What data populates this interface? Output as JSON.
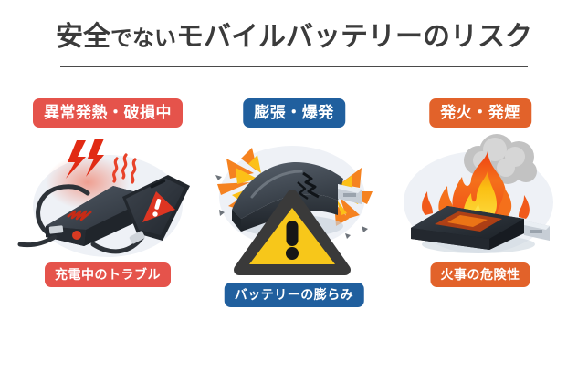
{
  "header": {
    "title_main_1": "安全",
    "title_small": "でない",
    "title_main_2": "モバイルバッテリーのリスク",
    "title_full": "安全でないモバイルバッテリーのリスク",
    "title_color": "#3b3b3b",
    "rule_color": "#4a4a4a"
  },
  "theme": {
    "background": "#ffffff",
    "red": "#e5534b",
    "blue": "#205f9e",
    "orange": "#e2622a",
    "scene_bg": "#eef1f6",
    "device_dark": "#343a42",
    "flame_orange": "#f47119",
    "flame_yellow": "#fdc31a",
    "smoke_gray": "#bdbdbd",
    "warning_yellow": "#f7c71a",
    "warning_outline": "#3a3a3a"
  },
  "panels": [
    {
      "id": "overheating",
      "top_badge": "異常発熱・破損中",
      "top_badge_color": "#e5534b",
      "bottom_badge": "充電中のトラブル",
      "bottom_badge_color": "#e5534b",
      "illustration": "overheating-powerbank-and-phone-icon"
    },
    {
      "id": "swelling",
      "top_badge": "膨張・爆発",
      "top_badge_color": "#205f9e",
      "bottom_badge": "バッテリーの膨らみ",
      "bottom_badge_color": "#205f9e",
      "illustration": "swollen-exploding-battery-warning-icon"
    },
    {
      "id": "fire",
      "top_badge": "発火・発煙",
      "top_badge_color": "#e2622a",
      "bottom_badge": "火事の危険性",
      "bottom_badge_color": "#e2622a",
      "illustration": "burning-smoking-device-icon"
    }
  ]
}
